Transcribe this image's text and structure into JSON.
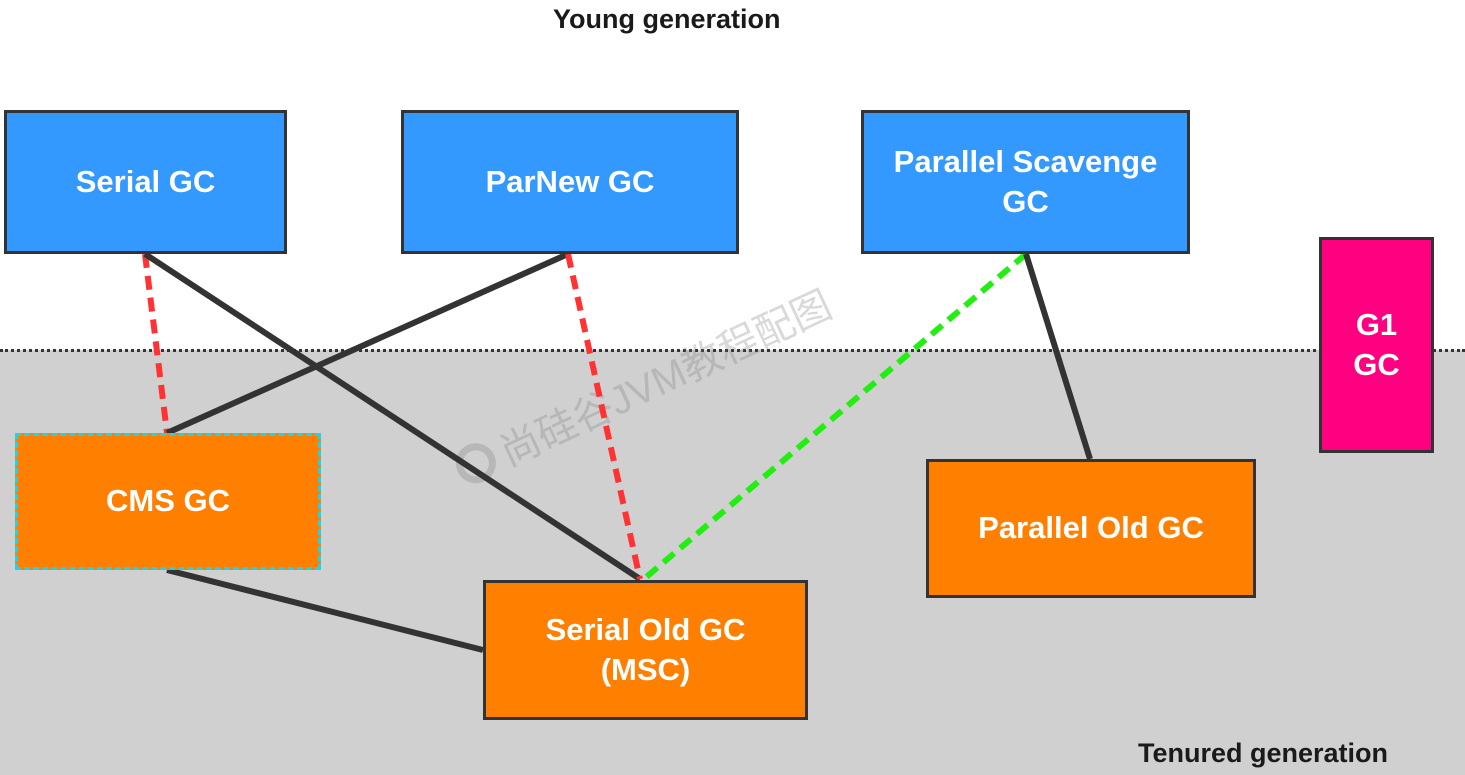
{
  "labels": {
    "young": "Young generation",
    "tenured": "Tenured generation"
  },
  "collectors": {
    "serial": "Serial GC",
    "parnew": "ParNew GC",
    "parallel_scavenge": "Parallel Scavenge\nGC",
    "g1": "G1\nGC",
    "cms": "CMS GC",
    "serial_old": "Serial Old GC\n(MSC)",
    "parallel_old": "Parallel Old GC"
  },
  "watermark": "尚硅谷JVM教程配图",
  "colors": {
    "young": "#3399ff",
    "old": "#ff8000",
    "g1": "#ff0080",
    "tenured_background": "#d0d0d0",
    "solid_link": "#333333",
    "red_dashed_link": "#ff3333",
    "green_dashed_link": "#22ee11",
    "cms_border": "#22d3e6"
  },
  "connections": [
    {
      "from": "Serial GC",
      "to": "CMS GC",
      "style": "red-dashed"
    },
    {
      "from": "Serial GC",
      "to": "Serial Old GC (MSC)",
      "style": "solid"
    },
    {
      "from": "ParNew GC",
      "to": "CMS GC",
      "style": "solid"
    },
    {
      "from": "ParNew GC",
      "to": "Serial Old GC (MSC)",
      "style": "red-dashed"
    },
    {
      "from": "Parallel Scavenge GC",
      "to": "Serial Old GC (MSC)",
      "style": "green-dashed"
    },
    {
      "from": "Parallel Scavenge GC",
      "to": "Parallel Old GC",
      "style": "solid"
    },
    {
      "from": "CMS GC",
      "to": "Serial Old GC (MSC)",
      "style": "solid"
    }
  ]
}
